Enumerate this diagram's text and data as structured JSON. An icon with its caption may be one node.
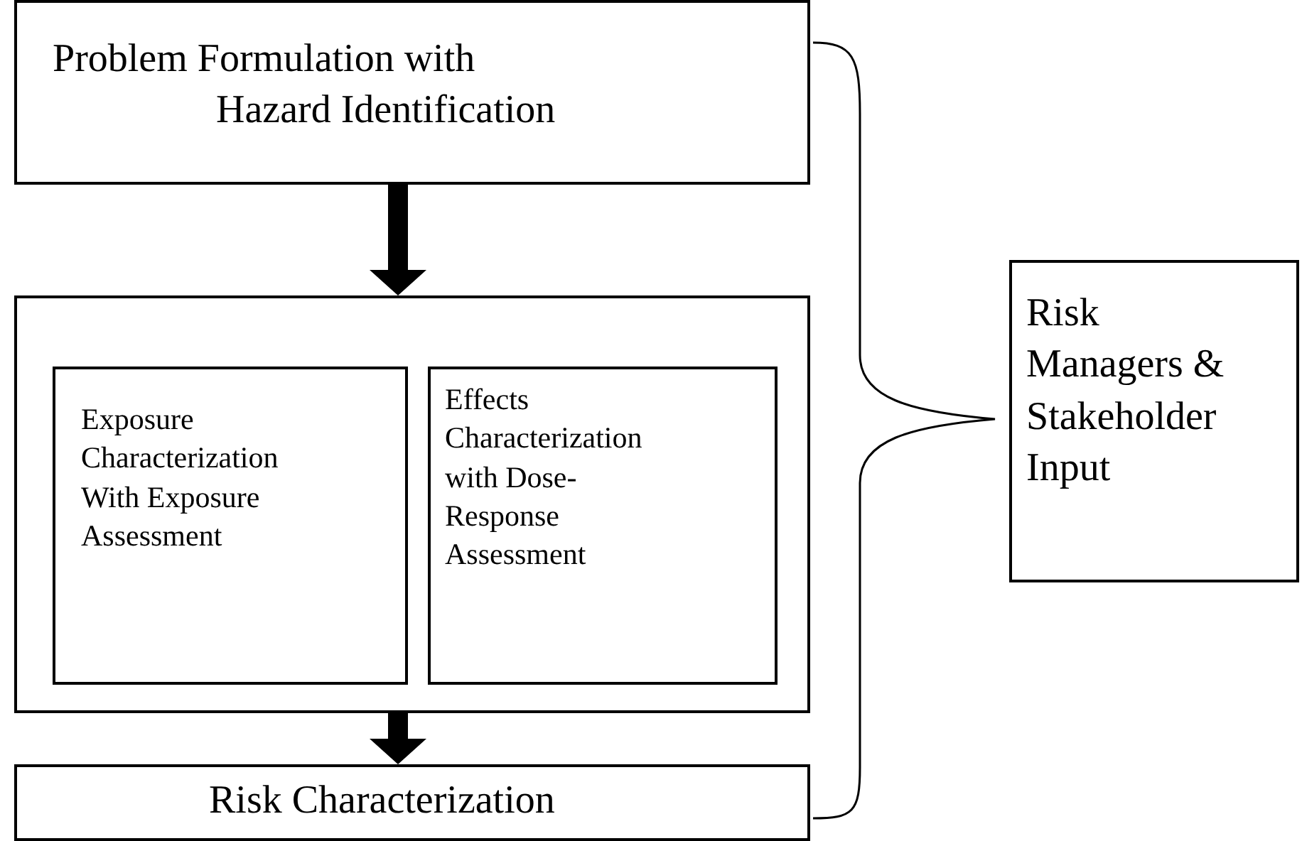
{
  "diagram": {
    "nodes": [
      {
        "text": [
          "Problem Formulation with Hazard Identification"
        ]
      },
      {
        "text": [],
        "shape": "box"
      },
      {
        "text": [
          "Exposure Characterization With Exposure Assessment"
        ],
        "in": 1
      },
      {
        "text": [
          "Effects Characterization with Dose-Response Assessment"
        ],
        "in": 1
      },
      {
        "text": [
          "Risk Characterization"
        ]
      },
      {
        "text": [
          "Risk Managers & Stakeholder Input"
        ]
      }
    ],
    "edges": [
      {
        "from": 0,
        "to": 1,
        "arrow": "to",
        "style": "thick"
      },
      {
        "from": 1,
        "to": 4,
        "arrow": "to",
        "style": "thick"
      }
    ]
  }
}
